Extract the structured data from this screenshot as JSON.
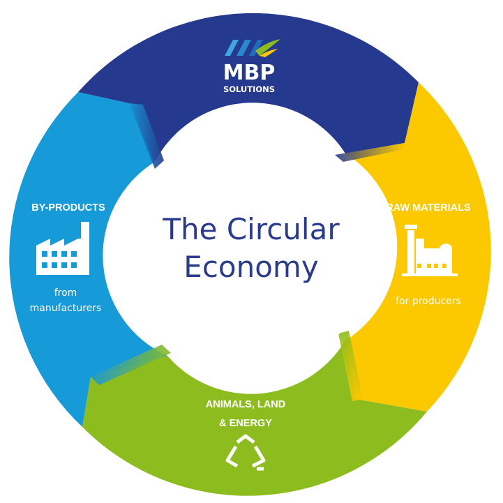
{
  "center": {
    "line1": "The Circular",
    "line2": "Economy"
  },
  "brand": {
    "name": "MBP",
    "tagline": "SOLUTIONS"
  },
  "segments": {
    "top": {
      "color": "#253a8e"
    },
    "raw_materials": {
      "title": "RAW MATERIALS",
      "subtitle": "for producers",
      "color": "#fcc800",
      "icon": "refinery-icon"
    },
    "animals": {
      "title_line1": "ANIMALS, LAND",
      "title_line2": "& ENERGY",
      "color": "#8cbc1e",
      "icon": "recycle-icon"
    },
    "by_products": {
      "title": "BY-PRODUCTS",
      "subtitle_line1": "from",
      "subtitle_line2": "manufacturers",
      "color": "#179ad8",
      "icon": "factory-icon"
    }
  }
}
